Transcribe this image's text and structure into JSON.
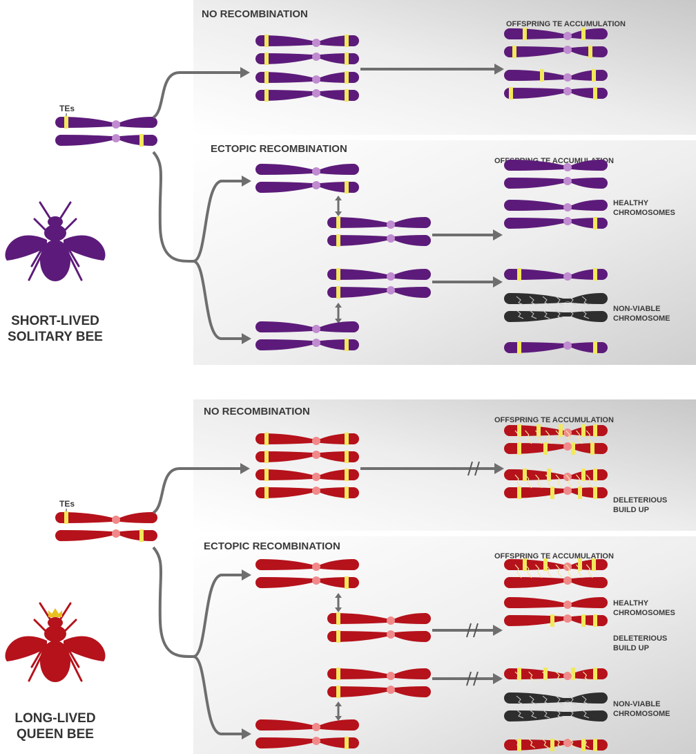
{
  "panels": [
    {
      "species_label": [
        "SHORT-LIVED",
        "SOLITARY BEE"
      ],
      "te_label": "TEs",
      "color_main": "#5c1b7a",
      "color_centromere": "#c08bd0",
      "section_no_recomb": {
        "title": "NO RECOMBINATION",
        "offspring_title": "OFFSPRING TE ACCUMULATION"
      },
      "section_ectopic": {
        "title": "ECTOPIC RECOMBINATION",
        "offspring_title": "OFFSPRING TE ACCUMULATION",
        "healthy_label": [
          "HEALTHY",
          "CHROMOSOMES"
        ],
        "nonviable_label": [
          "NON-VIABLE",
          "CHROMOSOME"
        ]
      }
    },
    {
      "species_label": [
        "LONG-LIVED",
        "QUEEN BEE"
      ],
      "te_label": "TEs",
      "color_main": "#b5121b",
      "color_centromere": "#f08a8a",
      "section_no_recomb": {
        "title": "NO RECOMBINATION",
        "offspring_title": "OFFSPRING TE ACCUMULATION",
        "deleterious_label": [
          "DELETERIOUS",
          "BUILD UP"
        ]
      },
      "section_ectopic": {
        "title": "ECTOPIC RECOMBINATION",
        "offspring_title": "OFFSPRING TE ACCUMULATION",
        "healthy_label": [
          "HEALTHY",
          "CHROMOSOMES"
        ],
        "deleterious_label": [
          "DELETERIOUS",
          "BUILD UP"
        ],
        "nonviable_label": [
          "NON-VIABLE",
          "CHROMOSOME"
        ]
      }
    }
  ],
  "colors": {
    "te_band": "#f2e85c",
    "arrow": "#6e6e6e",
    "dead_chromosome": "#2e2e2e",
    "crown": "#e8c020"
  }
}
